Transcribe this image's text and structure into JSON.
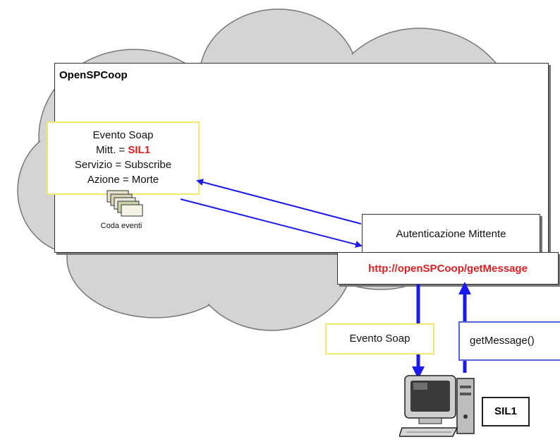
{
  "main_box": {
    "title": "OpenSPCoop"
  },
  "event_box": {
    "line1": "Evento Soap",
    "line2_prefix": "Mitt. = ",
    "line2_value": "SIL1",
    "line3": "Servizio = Subscribe",
    "line4": "Azione = Morte"
  },
  "queue": {
    "label": "Coda eventi",
    "icon": "message-queue-icon"
  },
  "auth_box": {
    "label": "Autenticazione Mittente"
  },
  "endpoint": {
    "url": "http://openSPCoop/getMessage"
  },
  "flows": {
    "down_label": "Evento Soap",
    "up_label": "getMessage()"
  },
  "client": {
    "name": "SIL1",
    "icon": "computer-icon"
  },
  "colors": {
    "cloud_fill": "#d4d4d4",
    "arrow_blue": "#1a1aee",
    "highlight_red": "#e02020",
    "yellow_border": "#f2e86b"
  }
}
